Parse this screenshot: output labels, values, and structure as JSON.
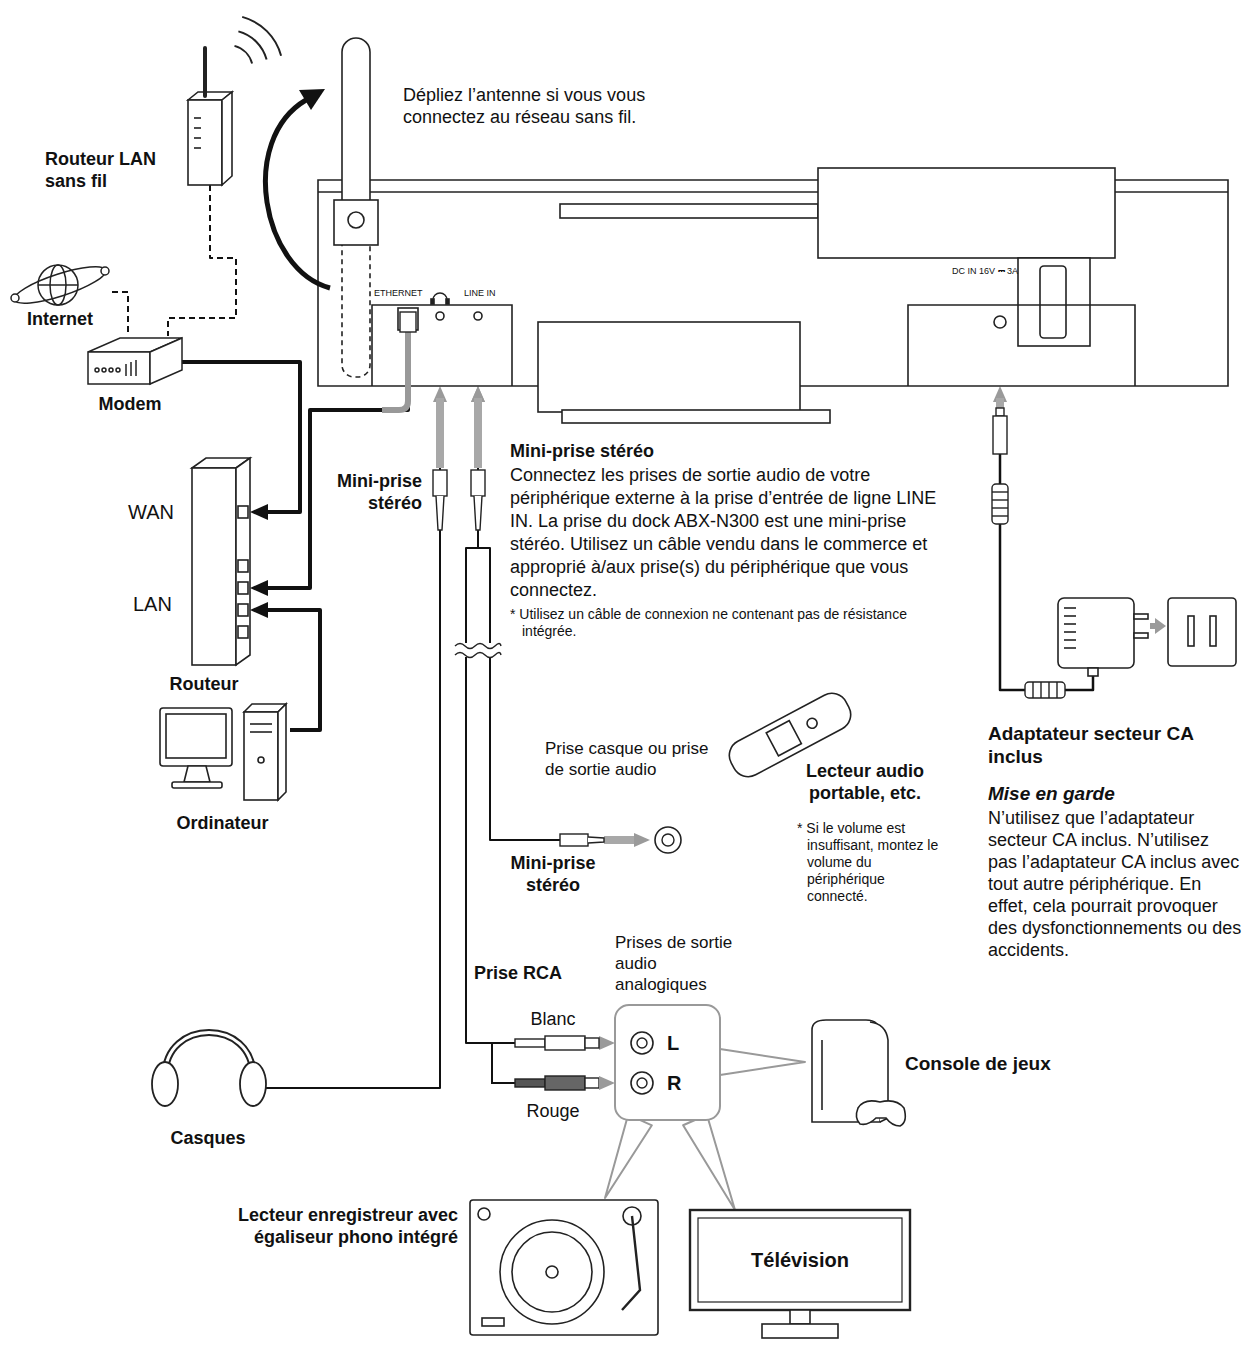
{
  "diagram": {
    "nodes": [
      {
        "text": [
          "Routeur LAN sans fil"
        ]
      },
      {
        "text": [
          "Internet"
        ]
      },
      {
        "text": [
          "Modem"
        ]
      },
      {
        "text": [
          "ETHERNET",
          "LINE IN",
          "DC IN 16V ⎓ 3A"
        ]
      },
      {
        "text": [
          "WAN",
          "LAN",
          "Routeur"
        ]
      },
      {
        "text": [
          "Ordinateur"
        ]
      },
      {
        "text": [
          "Lecteur audio portable, etc."
        ]
      },
      {
        "text": [
          "Casques"
        ]
      },
      {
        "text": [
          "Prises de sortie audio analogiques",
          "L",
          "R"
        ]
      },
      {
        "text": [
          "Console de jeux"
        ]
      },
      {
        "text": [
          "Lecteur enregistreur avec égaliseur phono intégré"
        ]
      },
      {
        "text": [
          "Télévision"
        ]
      },
      {
        "text": [
          "Adaptateur secteur CA inclus"
        ]
      }
    ],
    "edges": [
      {
        "from": 1,
        "to": 2,
        "arrow": "none"
      },
      {
        "from": 0,
        "to": 2,
        "arrow": "none"
      },
      {
        "from": 2,
        "to": 4,
        "arrow": "to"
      },
      {
        "from": 3,
        "to": 4,
        "arrow": "to"
      },
      {
        "from": 5,
        "to": 4,
        "arrow": "to"
      },
      {
        "from": 7,
        "to": 3,
        "arrow": "to"
      },
      {
        "from": 3,
        "to": 6,
        "arrow": "both"
      },
      {
        "from": 3,
        "to": 8,
        "arrow": "both"
      },
      {
        "from": 8,
        "to": 9,
        "arrow": "none"
      },
      {
        "from": 8,
        "to": 10,
        "arrow": "none"
      },
      {
        "from": 8,
        "to": 11,
        "arrow": "none"
      },
      {
        "from": 12,
        "to": 3,
        "arrow": "to"
      }
    ],
    "labels": [
      "Dépliez l’antenne si vous vous connectez au réseau sans fil.",
      "Mini-prise stéréo",
      "Mini-prise stéréo",
      "Connectez les prises de sortie audio de votre périphérique externe à la prise d’entrée de ligne LINE IN. La prise du dock ABX-N300 est une mini-prise stéréo. Utilisez un câble vendu dans le commerce et approprié à/aux prise(s) du périphérique que vous connectez.",
      "* Utilisez un câble de connexion ne contenant pas de résistance intégrée.",
      "Prise casque ou prise de sortie audio",
      "Mini-prise stéréo",
      "* Si le volume est insuffisant, montez le volume du périphérique connecté.",
      "Prise RCA",
      "Blanc",
      "Rouge",
      "Mise en garde",
      "N’utilisez que l’adaptateur secteur CA inclus. N’utilisez pas l’adaptateur CA inclus avec tout autre périphérique. En effet, cela pourrait provoquer des dysfonctionnements ou des accidents."
    ]
  }
}
